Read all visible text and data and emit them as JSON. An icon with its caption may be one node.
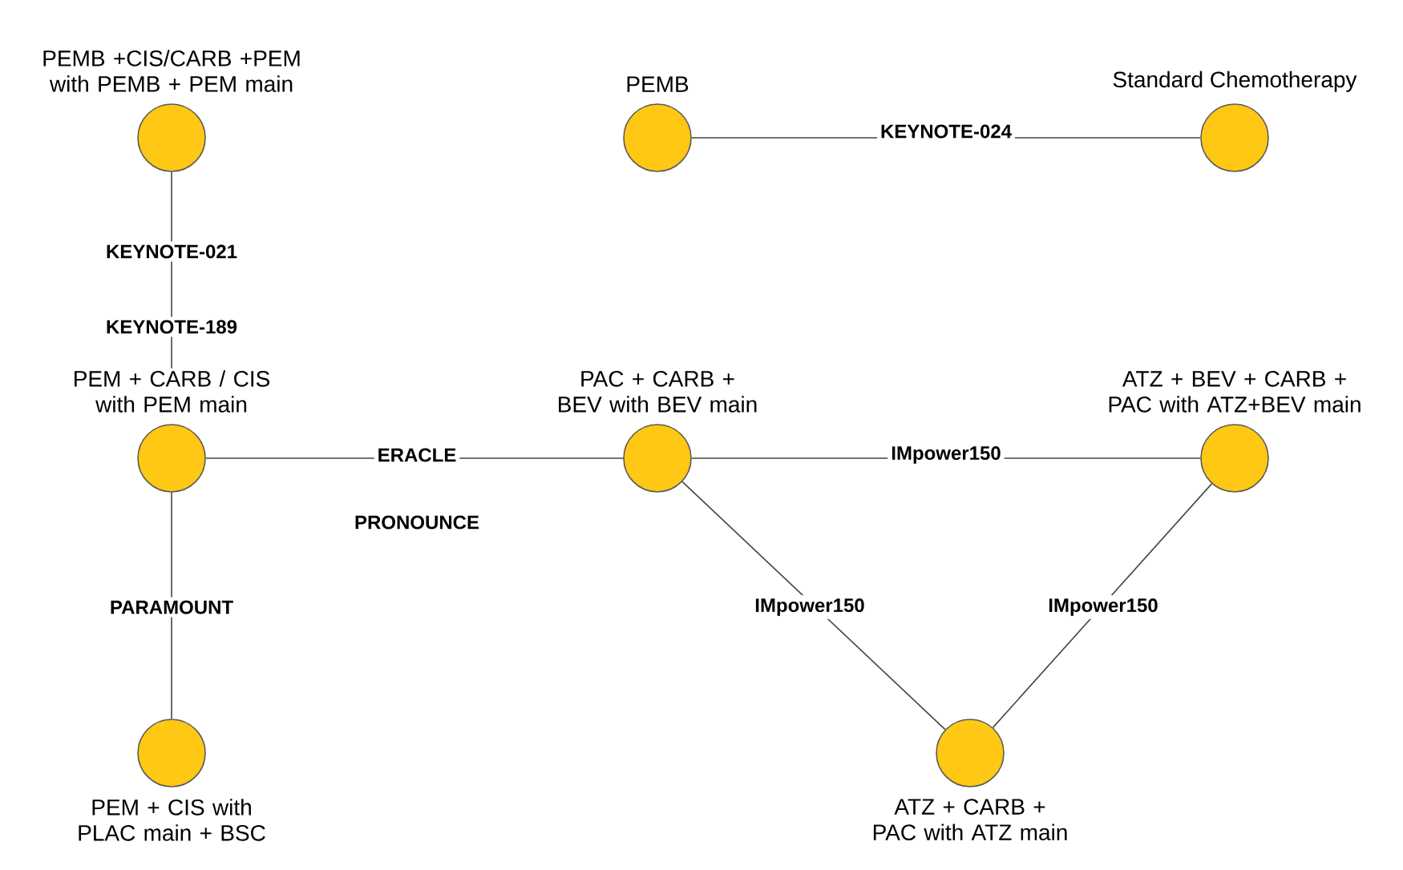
{
  "diagram": {
    "nodes": [
      {
        "text": [
          "PEMB +CIS/CARB +PEM with PEMB + PEM main"
        ]
      },
      {
        "text": [
          "PEMB"
        ]
      },
      {
        "text": [
          "Standard Chemotherapy"
        ]
      },
      {
        "text": [
          "PEM + CARB / CIS with PEM main"
        ]
      },
      {
        "text": [
          "PAC + CARB + BEV with BEV main"
        ]
      },
      {
        "text": [
          "ATZ + BEV + CARB + PAC with ATZ+BEV main"
        ]
      },
      {
        "text": [
          "PEM + CIS with PLAC main + BSC"
        ]
      },
      {
        "text": [
          "ATZ + CARB + PAC with ATZ main"
        ]
      }
    ],
    "edges": [
      {
        "from": 0,
        "to": 3,
        "arrow": "none",
        "label": "KEYNOTE-021"
      },
      {
        "from": 1,
        "to": 2,
        "arrow": "none",
        "label": "KEYNOTE-024"
      },
      {
        "from": 3,
        "to": 4,
        "arrow": "none",
        "label": "ERACLE"
      },
      {
        "from": 3,
        "to": 6,
        "arrow": "none",
        "label": "PARAMOUNT"
      },
      {
        "from": 4,
        "to": 5,
        "arrow": "none",
        "label": "IMpower150"
      },
      {
        "from": 4,
        "to": 7,
        "arrow": "none",
        "label": "IMpower150"
      },
      {
        "from": 5,
        "to": 7,
        "arrow": "none",
        "label": "IMpower150"
      }
    ],
    "labels": [
      "KEYNOTE-189",
      "PRONOUNCE"
    ]
  }
}
